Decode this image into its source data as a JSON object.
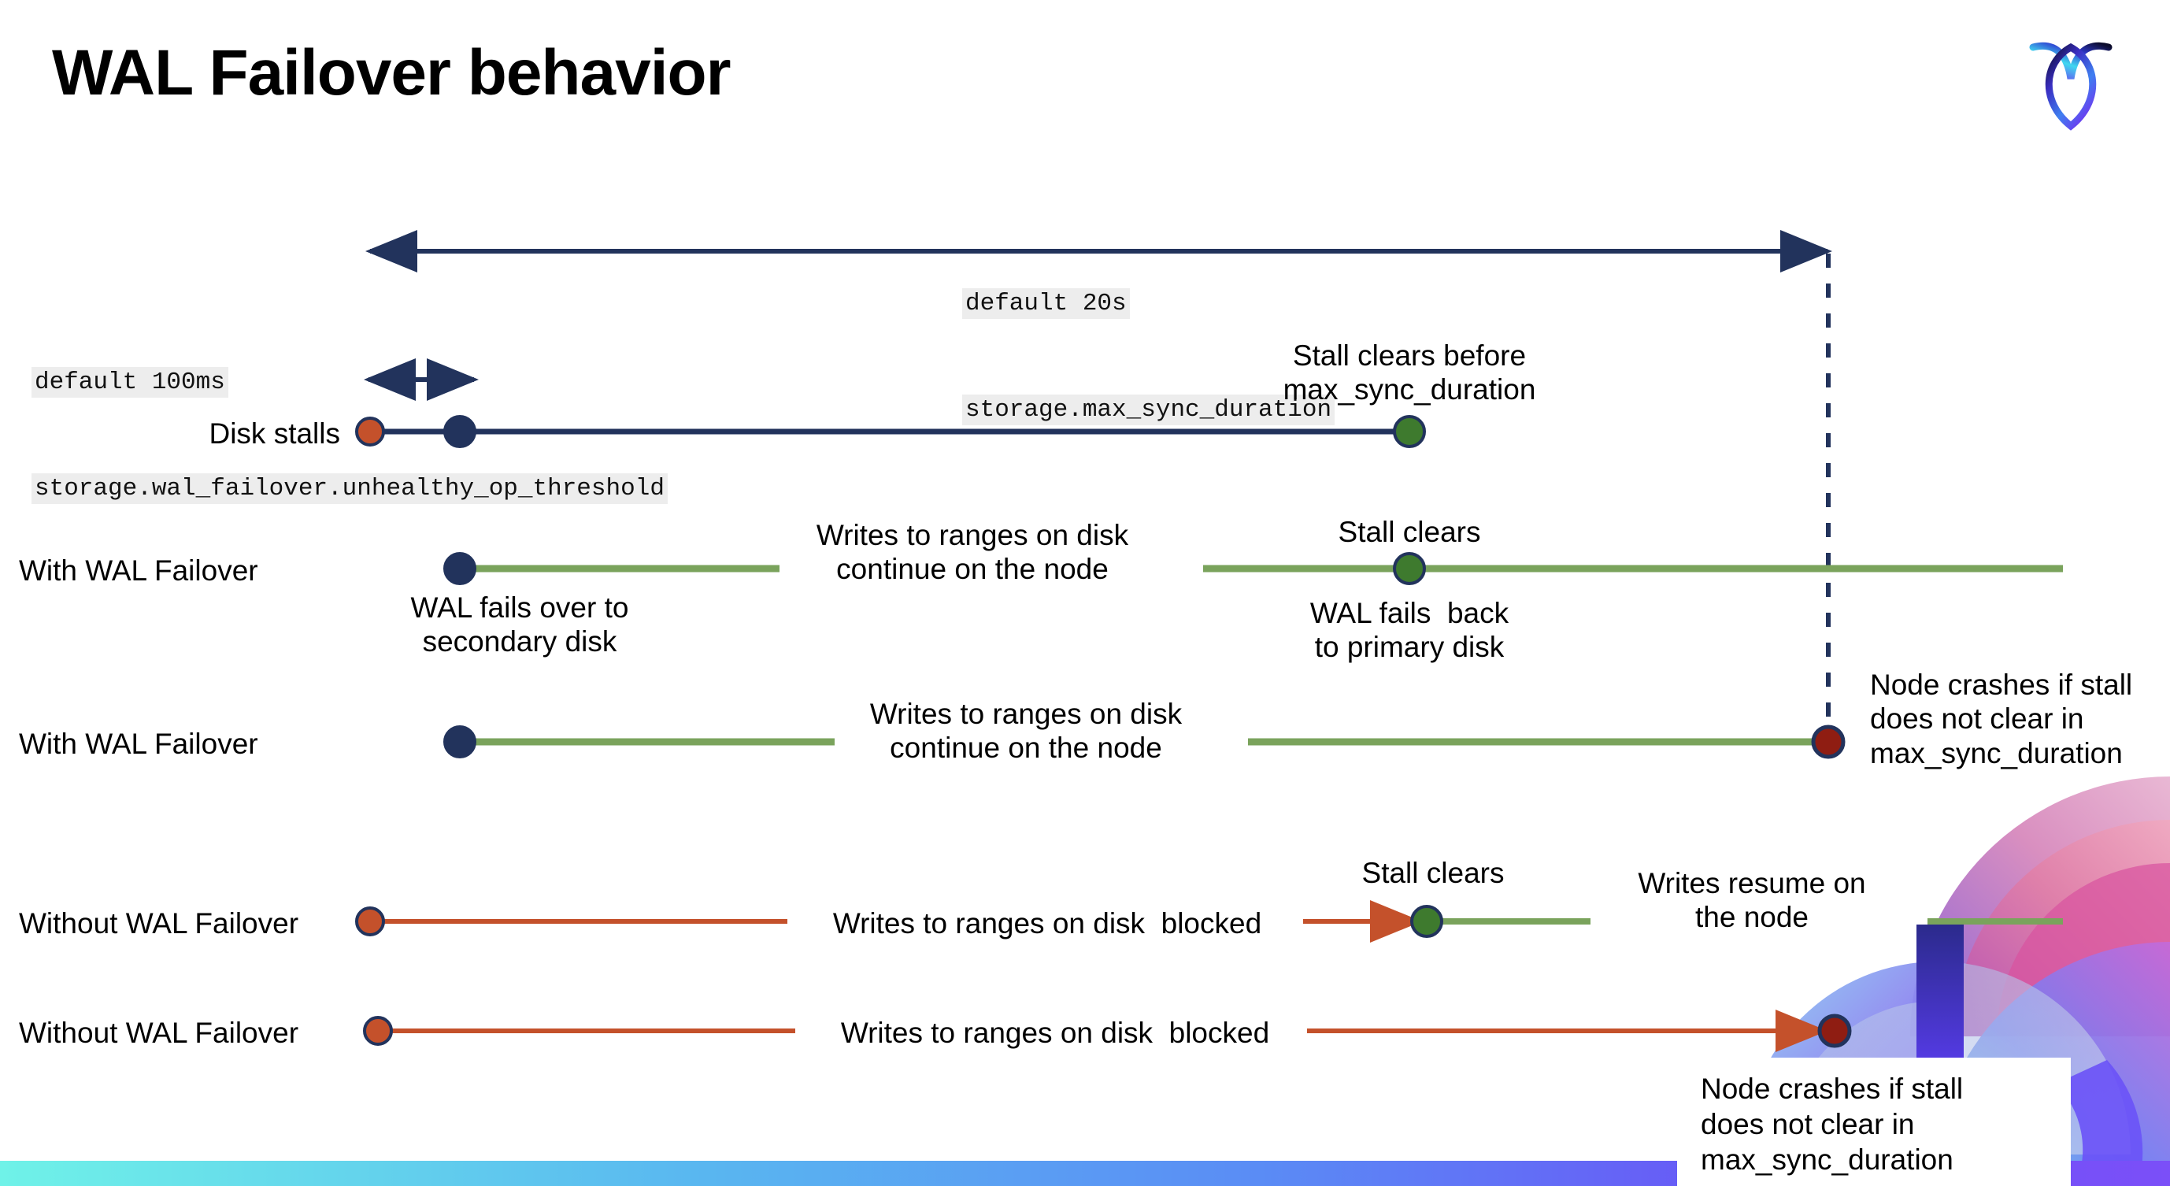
{
  "slide": {
    "title": "WAL Failover behavior",
    "logo_name": "cockroachdb-logo"
  },
  "annotations": {
    "max_sync": {
      "line1": "default 20s",
      "line2": "storage.max_sync_duration"
    },
    "unhealthy": {
      "line1": "default 100ms",
      "line2": "storage.wal_failover.unhealthy_op_threshold"
    }
  },
  "rows": [
    {
      "label": "Disk stalls",
      "notes": [
        "Stall clears before\nmax_sync_duration"
      ]
    },
    {
      "label": "With WAL Failover",
      "notes": [
        "Writes to ranges on disk\ncontinue on the node",
        "Stall clears",
        "WAL fails over to\nsecondary disk",
        "WAL fails  back\nto primary disk"
      ]
    },
    {
      "label": "With WAL Failover",
      "notes": [
        "Writes to ranges on disk\ncontinue on the node",
        "Node crashes if stall\ndoes not clear in\nmax_sync_duration"
      ]
    },
    {
      "label": "Without WAL Failover",
      "notes": [
        "Writes to ranges on disk  blocked",
        "Stall clears",
        "Writes resume on\nthe node"
      ]
    },
    {
      "label": "Without WAL Failover",
      "notes": [
        "Writes to ranges on disk  blocked",
        "Node crashes if stall\ndoes not clear in\nmax_sync_duration"
      ]
    }
  ],
  "colors": {
    "navy": "#22335c",
    "green_line": "#7aa35c",
    "green_marker": "#3e7a2e",
    "orange": "#c4512b",
    "dark_red": "#8f1d12",
    "code_bg": "#ededed",
    "bottom_bar_start": "#6ff2e8",
    "bottom_bar_end": "#7b4ff8"
  },
  "legend": {
    "marker_stall_start": "stall-start-marker",
    "marker_failover": "failover-marker",
    "marker_clear": "stall-clear-marker",
    "marker_crash": "node-crash-marker"
  }
}
